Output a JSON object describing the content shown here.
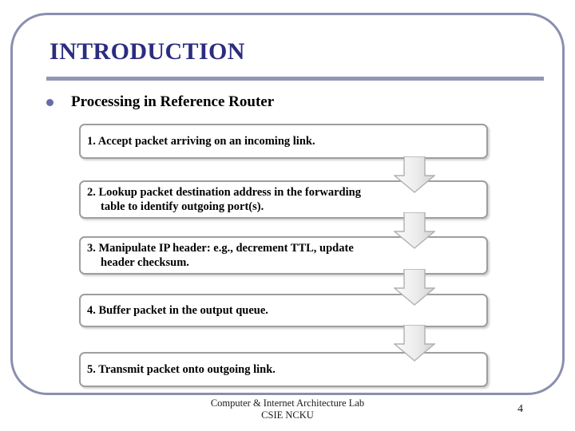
{
  "slide": {
    "title": "INTRODUCTION",
    "heading": "Processing in Reference Router",
    "bullet_icon": "bullet-dot-icon",
    "steps": [
      {
        "line1": "1. Accept packet arriving on an incoming link.",
        "line2": ""
      },
      {
        "line1": "2. Lookup packet destination address in the forwarding",
        "line2": "table to identify outgoing port(s)."
      },
      {
        "line1": "3. Manipulate IP header: e.g., decrement TTL, update",
        "line2": "header checksum."
      },
      {
        "line1": "4. Buffer packet in the output queue.",
        "line2": ""
      },
      {
        "line1": "5. Transmit packet onto outgoing link.",
        "line2": ""
      }
    ],
    "arrow_icon": "arrow-down-icon",
    "footer": {
      "line1": "Computer & Internet Architecture Lab",
      "line2": "CSIE NCKU"
    },
    "page_number": "4"
  },
  "colors": {
    "title": "#2c2c80",
    "frame": "#8a8fb0",
    "rule": "#9296b5",
    "bullet": "#6b6ba5",
    "box_border": "#9e9e9e",
    "arrow_fill": "#e8e8e8",
    "arrow_border": "#b0b0b0",
    "text": "#000000"
  }
}
